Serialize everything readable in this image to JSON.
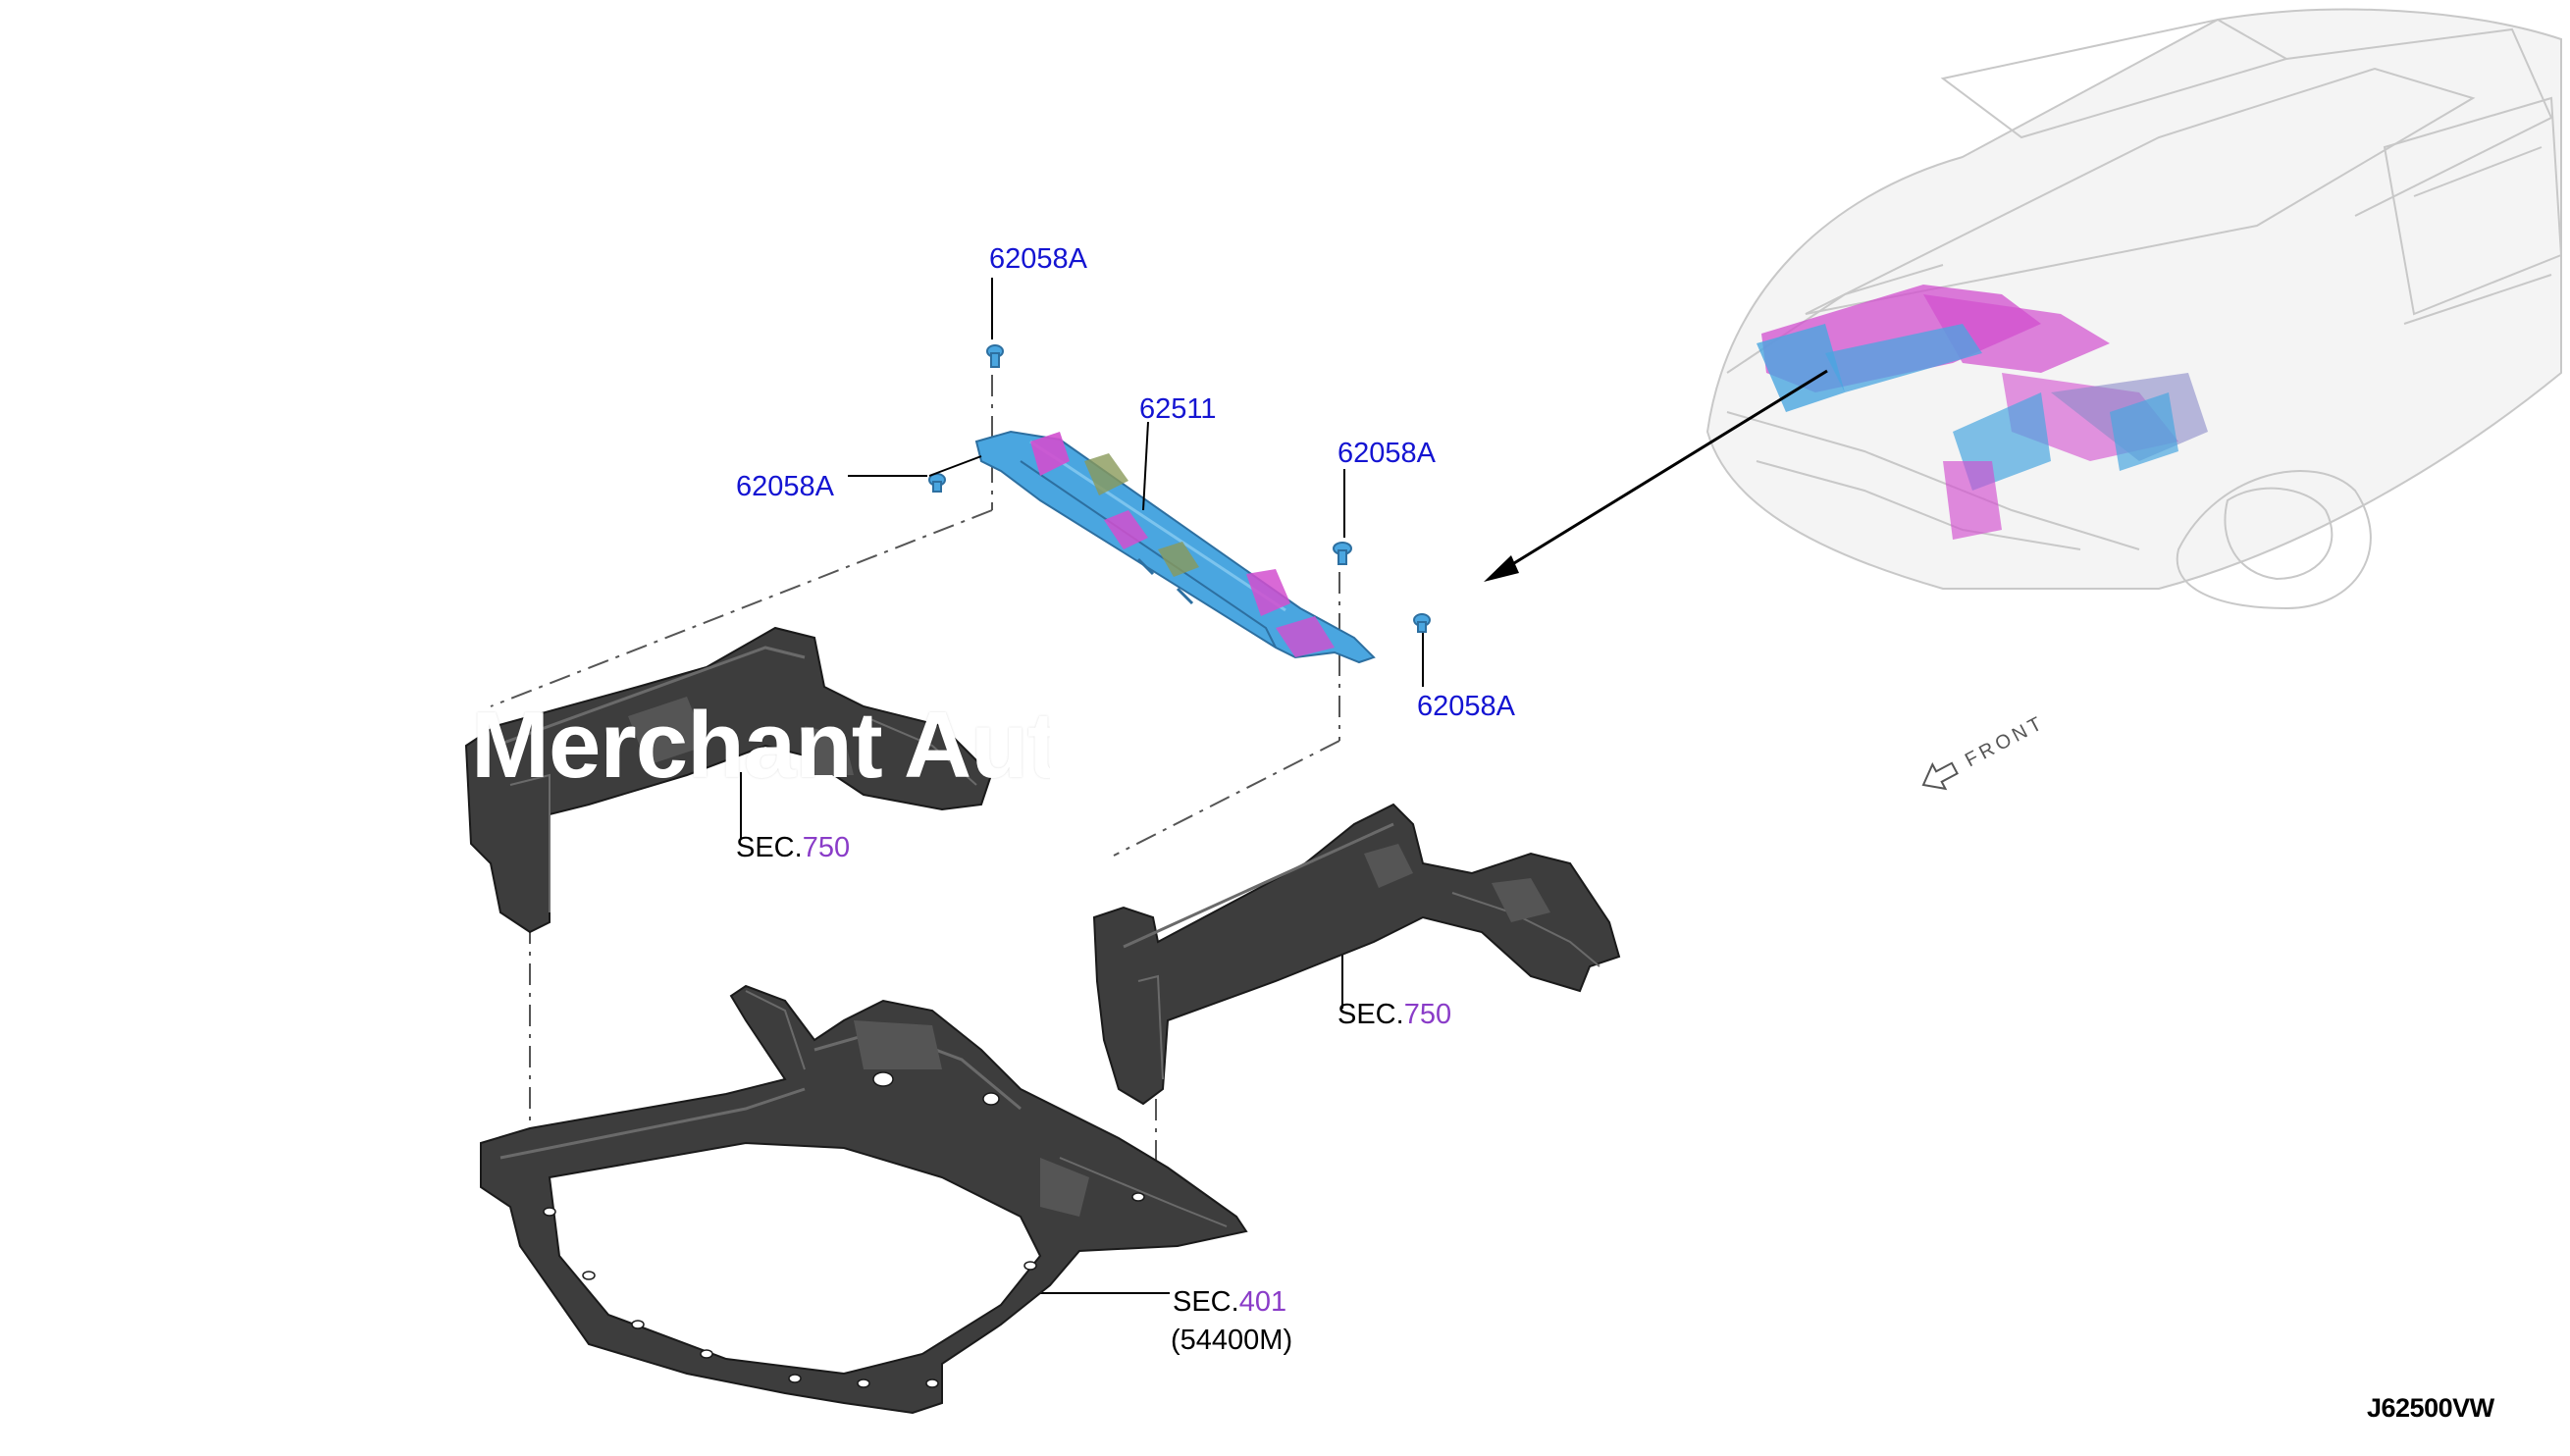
{
  "callouts": {
    "bolt_top": "62058A",
    "bolt_left": "62058A",
    "member_main": "62511",
    "bolt_right_upper": "62058A",
    "bolt_right_lower": "62058A"
  },
  "sections": {
    "left_rail": {
      "prefix": "SEC.",
      "number": "750"
    },
    "right_rail": {
      "prefix": "SEC.",
      "number": "750"
    },
    "subframe": {
      "prefix": "SEC.",
      "number": "401",
      "ref": "(54400M)"
    }
  },
  "watermark": "Merchant Auto",
  "front_indicator": "FRONT",
  "diagram_code": "J62500VW",
  "colors": {
    "highlight_part": "#4aa6e0",
    "related_part": "#d24fcf",
    "part_number": "#1414d2",
    "section_number": "#8a3cc8",
    "dark_parts": "#3a3a3a"
  }
}
